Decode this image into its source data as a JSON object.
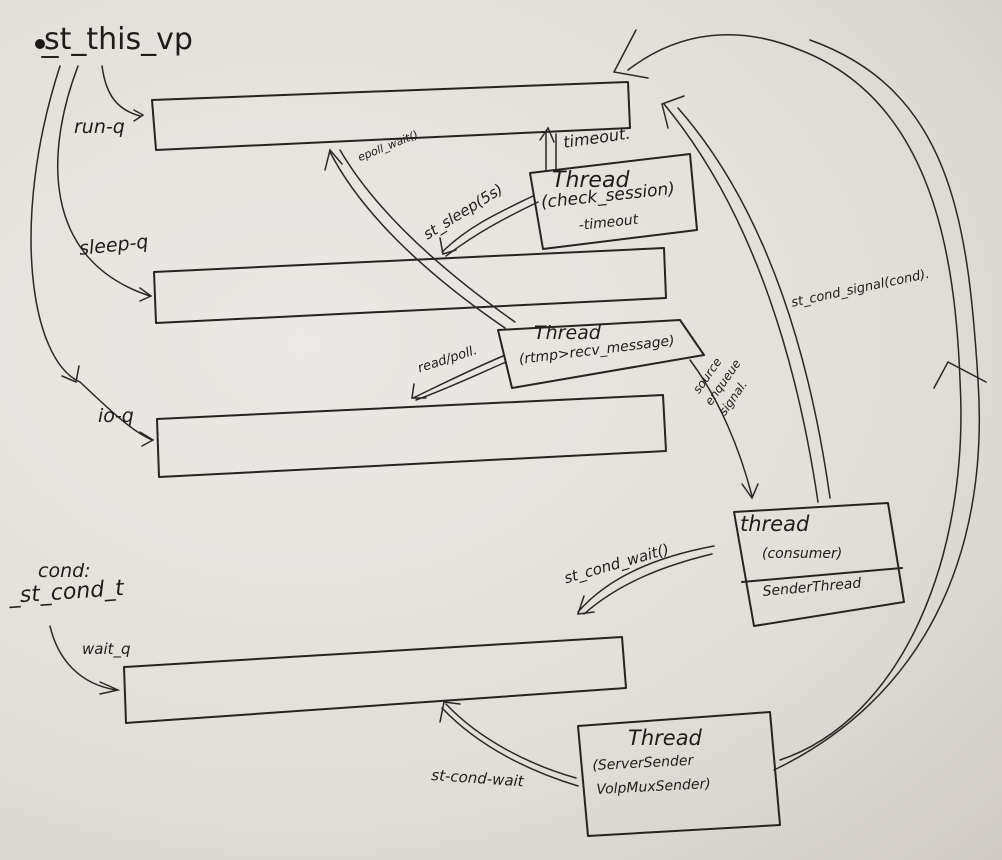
{
  "diagram": {
    "title": "st_this_vp",
    "queues": [
      {
        "id": "run-q",
        "label": "run-q"
      },
      {
        "id": "sleep-q",
        "label": "sleep-q"
      },
      {
        "id": "io-q",
        "label": "io-q"
      }
    ],
    "cond": {
      "heading": "cond:",
      "type": "_st_cond_t",
      "queue_label": "wait_q"
    },
    "threads": {
      "check_session": {
        "title": "Thread",
        "subtitle": "(check_session)",
        "note": "-timeout"
      },
      "rtmp": {
        "title": "Thread",
        "subtitle": "(rtmp>recv_message)"
      },
      "consumer": {
        "title": "thread",
        "subtitle": "(consumer)",
        "footer": "SenderThread"
      },
      "sender": {
        "title": "Thread",
        "line1": "(ServerSender",
        "line2": "VolpMuxSender)"
      }
    },
    "edges": {
      "epoll": "epoll_wait()",
      "timeout": "timeout.",
      "sleep": "st_sleep(5s)",
      "read_poll": "read/poll.",
      "source_signal_1": "source",
      "source_signal_2": "enqueue",
      "source_signal_3": "signal.",
      "cond_wait": "st_cond_wait()",
      "cond_signal": "st_cond_signal(cond).",
      "cond_wait_2": "st-cond-wait"
    }
  }
}
